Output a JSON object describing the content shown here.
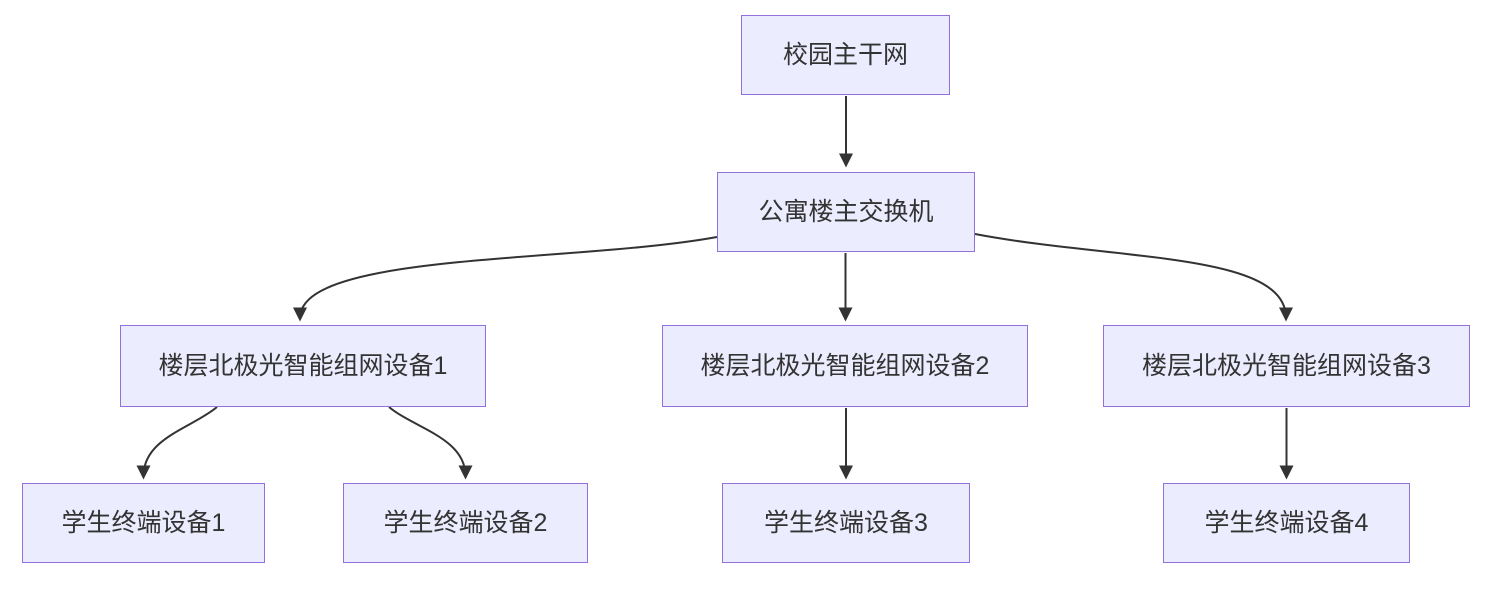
{
  "diagram": {
    "type": "flowchart",
    "direction": "top-down",
    "colors": {
      "node_fill": "#ECECFF",
      "node_border": "#9370DB",
      "edge_color": "#333333",
      "text_color": "#333333",
      "background": "#FFFFFF"
    },
    "nodes": [
      {
        "id": "campus-backbone",
        "label": "校园主干网"
      },
      {
        "id": "main-switch",
        "label": "公寓楼主交换机"
      },
      {
        "id": "floor-device-1",
        "label": "楼层北极光智能组网设备1"
      },
      {
        "id": "floor-device-2",
        "label": "楼层北极光智能组网设备2"
      },
      {
        "id": "floor-device-3",
        "label": "楼层北极光智能组网设备3"
      },
      {
        "id": "student-device-1",
        "label": "学生终端设备1"
      },
      {
        "id": "student-device-2",
        "label": "学生终端设备2"
      },
      {
        "id": "student-device-3",
        "label": "学生终端设备3"
      },
      {
        "id": "student-device-4",
        "label": "学生终端设备4"
      }
    ],
    "edges": [
      {
        "from": "校园主干网",
        "to": "公寓楼主交换机"
      },
      {
        "from": "公寓楼主交换机",
        "to": "楼层北极光智能组网设备1"
      },
      {
        "from": "公寓楼主交换机",
        "to": "楼层北极光智能组网设备2"
      },
      {
        "from": "公寓楼主交换机",
        "to": "楼层北极光智能组网设备3"
      },
      {
        "from": "楼层北极光智能组网设备1",
        "to": "学生终端设备1"
      },
      {
        "from": "楼层北极光智能组网设备1",
        "to": "学生终端设备2"
      },
      {
        "from": "楼层北极光智能组网设备2",
        "to": "学生终端设备3"
      },
      {
        "from": "楼层北极光智能组网设备3",
        "to": "学生终端设备4"
      }
    ]
  }
}
